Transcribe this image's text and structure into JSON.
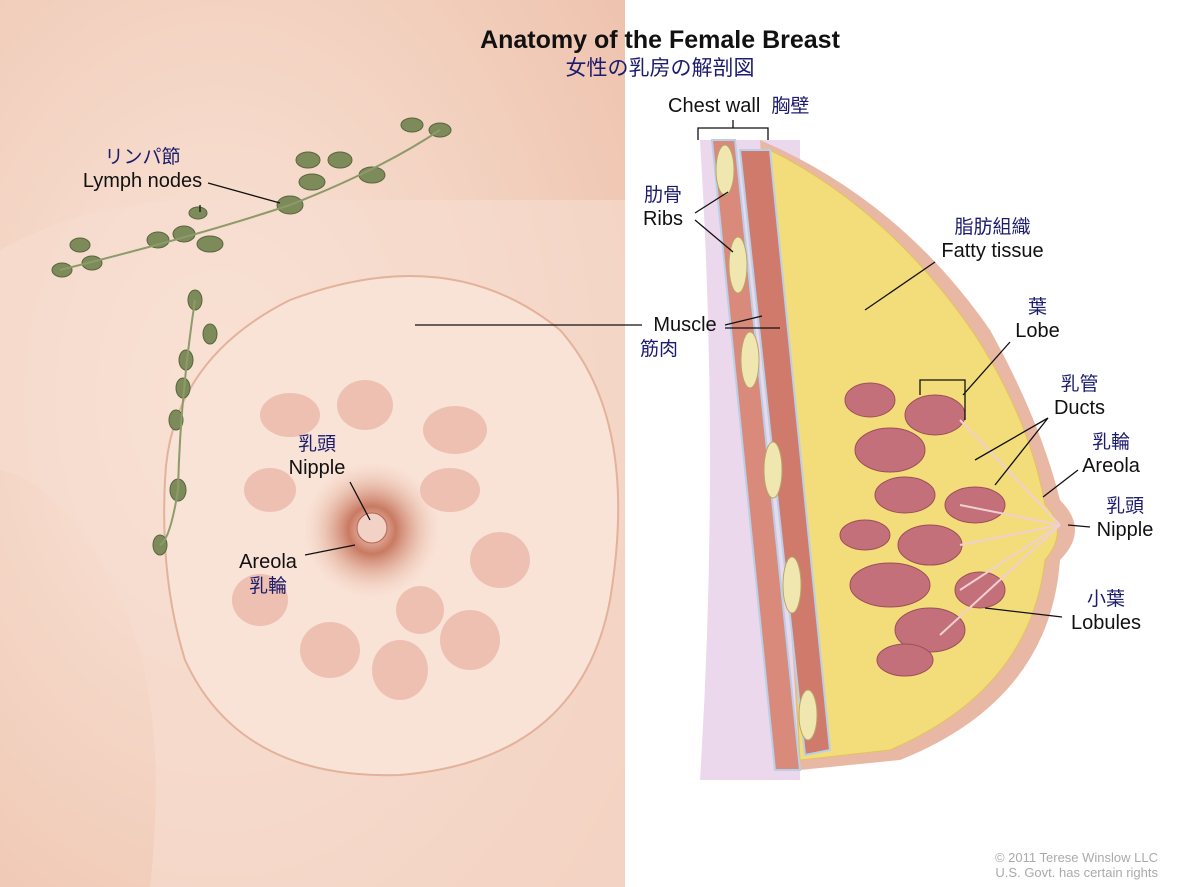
{
  "title": {
    "en": "Anatomy of the Female Breast",
    "ja": "女性の乳房の解剖図"
  },
  "labels": {
    "lymph_nodes": {
      "ja": "リンパ節",
      "en": "Lymph nodes"
    },
    "nipple_front": {
      "ja": "乳頭",
      "en": "Nipple"
    },
    "areola_front": {
      "en": "Areola",
      "ja": "乳輪"
    },
    "chest_wall": {
      "en": "Chest wall",
      "ja": "胸壁"
    },
    "ribs": {
      "ja": "肋骨",
      "en": "Ribs"
    },
    "muscle": {
      "en": "Muscle",
      "ja": "筋肉"
    },
    "fatty_tissue": {
      "ja": "脂肪組織",
      "en": "Fatty tissue"
    },
    "lobe": {
      "ja": "葉",
      "en": "Lobe"
    },
    "ducts": {
      "ja": "乳管",
      "en": "Ducts"
    },
    "areola_side": {
      "ja": "乳輪",
      "en": "Areola"
    },
    "nipple_side": {
      "ja": "乳頭",
      "en": "Nipple"
    },
    "lobules": {
      "ja": "小葉",
      "en": "Lobules"
    }
  },
  "copyright": {
    "line1": "© 2011 Terese Winslow LLC",
    "line2": "U.S. Govt. has certain rights"
  },
  "colors": {
    "skin": "#f3d6c6",
    "fat": "#f3dc7a",
    "muscle": "#d98a7a",
    "lobule": "#c4707a",
    "node": "#7d8a5a",
    "ja_text": "#1c1c6e"
  }
}
